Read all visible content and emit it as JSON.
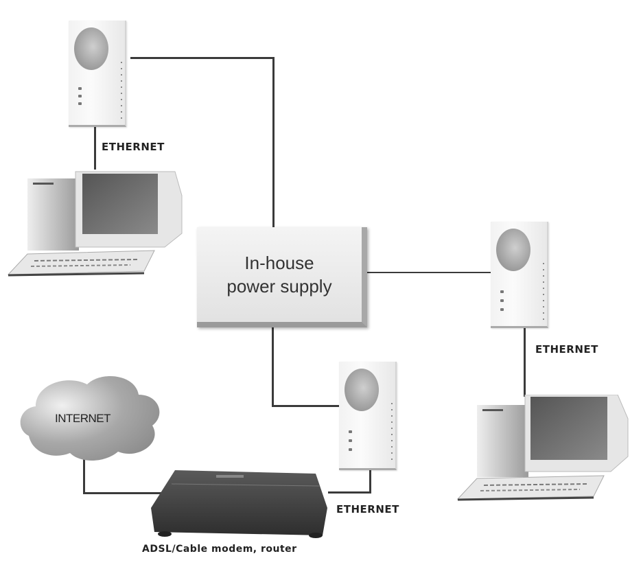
{
  "diagram": {
    "type": "network-topology",
    "description": "Powerline (HomePlug) home network",
    "nodes": {
      "power_supply": {
        "line1": "In-house",
        "line2": "power supply"
      },
      "internet": {
        "label": "INTERNET"
      },
      "router": {
        "label": "ADSL/Cable modem, router"
      },
      "adapter_top": {
        "label": "Powerline adapter"
      },
      "adapter_right": {
        "label": "Powerline adapter"
      },
      "adapter_bottom": {
        "label": "Powerline adapter"
      },
      "pc_left": {
        "label": "Computer"
      },
      "pc_right": {
        "label": "Computer"
      }
    },
    "links": {
      "top_ethernet": "ETHERNET",
      "right_ethernet": "ETHERNET",
      "bottom_ethernet": "ETHERNET"
    },
    "edges": [
      {
        "from": "adapter_top",
        "to": "power_supply",
        "type": "powerline"
      },
      {
        "from": "power_supply",
        "to": "adapter_right",
        "type": "powerline"
      },
      {
        "from": "power_supply",
        "to": "adapter_bottom",
        "type": "powerline"
      },
      {
        "from": "adapter_top",
        "to": "pc_left",
        "type": "ETHERNET"
      },
      {
        "from": "adapter_right",
        "to": "pc_right",
        "type": "ETHERNET"
      },
      {
        "from": "adapter_bottom",
        "to": "router",
        "type": "ETHERNET"
      },
      {
        "from": "internet",
        "to": "router",
        "type": "line"
      }
    ],
    "colors": {
      "wire": "#3a3a3a",
      "box": "#e8e8e8",
      "router": "#3c3c3c"
    }
  }
}
